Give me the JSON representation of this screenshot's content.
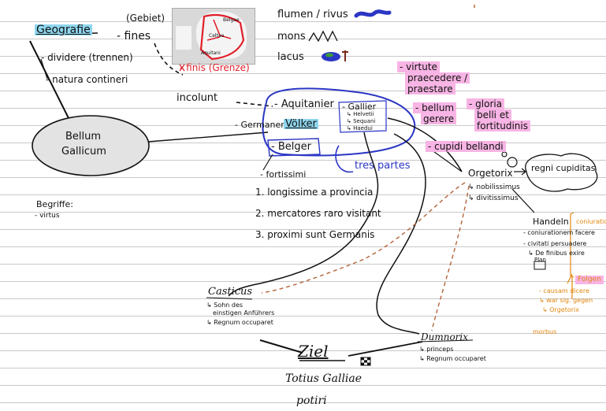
{
  "center": {
    "line1": "Bellum",
    "line2": "Gallicum"
  },
  "geografie": {
    "title": "Geografie",
    "gebiet": "(Gebiet)",
    "fines": "- fines",
    "dividere": "- dividere (trennen)",
    "natura": "- natura contineri",
    "finis_note": "- finis (Grenze)",
    "incolunt": "incolunt"
  },
  "features": {
    "flumen": "flumen / rivus",
    "mons": "mons",
    "lacus": "lacus"
  },
  "peoples": {
    "aquitanier": "- Aquitanier",
    "germanen_label": "- Germanen",
    "volker": "Völker",
    "belger": "- Belger",
    "tres_partes": "tres partes",
    "gallier": "- Gallier",
    "gallier_sub": [
      "↳ Helvetii",
      "↳ Sequani",
      "↳ Haedui"
    ]
  },
  "virtues": {
    "virtute_1": "- virtute",
    "virtute_2": "praecedere /",
    "virtute_3": "praestare",
    "bellum_1": "- bellum",
    "bellum_2": "gerere",
    "gloria_1": "- gloria",
    "gloria_2": "belli et",
    "gloria_3": "fortitudinis",
    "cupidi": "- cupidi bellandi"
  },
  "belger_reasons": {
    "fortissimi": "- fortissimi",
    "items": [
      "1. longissime a provincia",
      "2. mercatores raro visitant",
      "3. proximi sunt Germanis"
    ]
  },
  "begriffe": {
    "title": "Begriffe:",
    "item": "- virtus"
  },
  "orgetorix": {
    "name": "Orgetorix",
    "cloud": "regni cupiditas",
    "items": [
      "↳ nobilissimus",
      "↳ divitissimus"
    ]
  },
  "handeln": {
    "title": "Handeln",
    "aside": "coniuratio",
    "items": [
      "- coniurationem facere",
      "- civitati persuadere",
      "↳ De finibus exire"
    ],
    "sub": "Plan"
  },
  "folgen": {
    "title": "Folgen",
    "items": [
      "- causam dicere",
      "↳ war sig. gegen",
      "↳ Orgetorix",
      "",
      "morbus"
    ]
  },
  "casticus": {
    "name": "Casticus",
    "items": [
      "↳ Sohn des",
      "einstigen Anführers",
      "↳ Regnum occuparet"
    ]
  },
  "dumnorix": {
    "name": "Dumnorix",
    "items": [
      "↳ princeps",
      "↳ Regnum occuparet"
    ]
  },
  "ziel": {
    "title": "Ziel",
    "line1": "Totius Galliae",
    "line2": "potiri"
  },
  "map_thumb": {
    "labels": [
      "Belgae",
      "Celtae",
      "Aquitani"
    ]
  },
  "colors": {
    "ink": "#111111",
    "blue_pen": "#2b36c4",
    "red_pen": "#e01f2a",
    "orange_pen": "#e2870f",
    "dashed_brown": "#b5643a",
    "highlight_blue": "#8fd6ef",
    "highlight_pink": "#f7b4e4"
  }
}
